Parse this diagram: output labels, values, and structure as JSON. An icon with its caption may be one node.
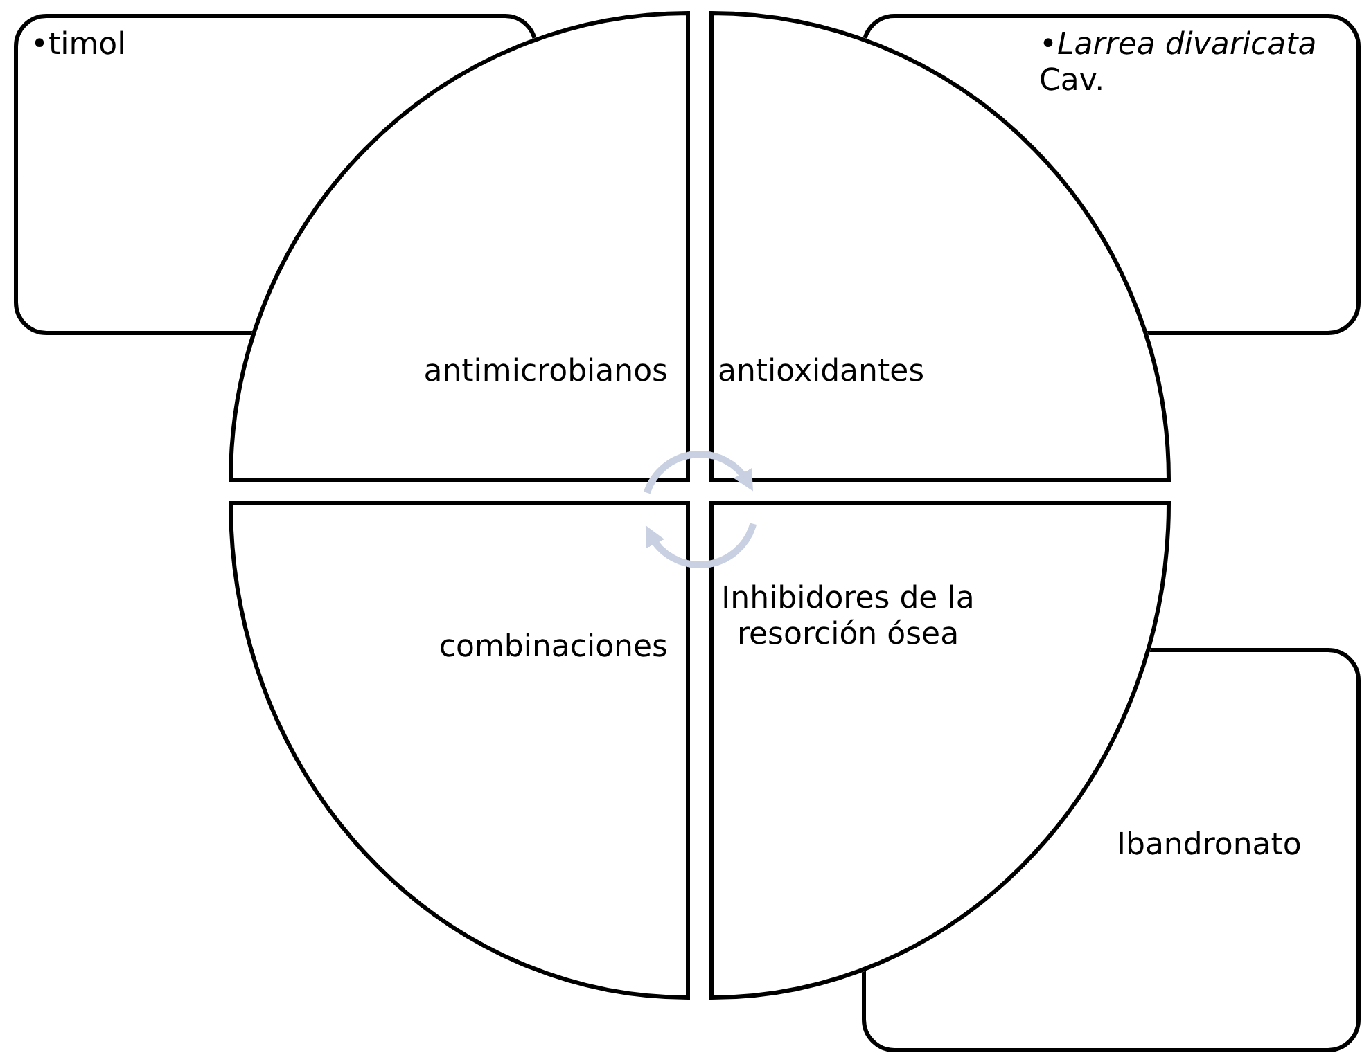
{
  "diagram": {
    "nodes": [
      {
        "text": [
          "•timol"
        ]
      },
      {
        "text": [
          "•*Larrea divaricata* Cav."
        ]
      },
      {
        "text": [
          "antimicrobianos"
        ]
      },
      {
        "text": [
          "antioxidantes"
        ]
      },
      {
        "text": [
          "combinaciones"
        ]
      },
      {
        "text": [
          "Inhibidores de la resorción ósea"
        ]
      },
      {
        "text": [
          "Ibandronato"
        ]
      }
    ],
    "edges": [
      {
        "from": 2,
        "to": 3,
        "arrow": "to",
        "color": "#c9d0e2"
      },
      {
        "from": 5,
        "to": 4,
        "arrow": "to",
        "color": "#c9d0e2"
      }
    ]
  }
}
